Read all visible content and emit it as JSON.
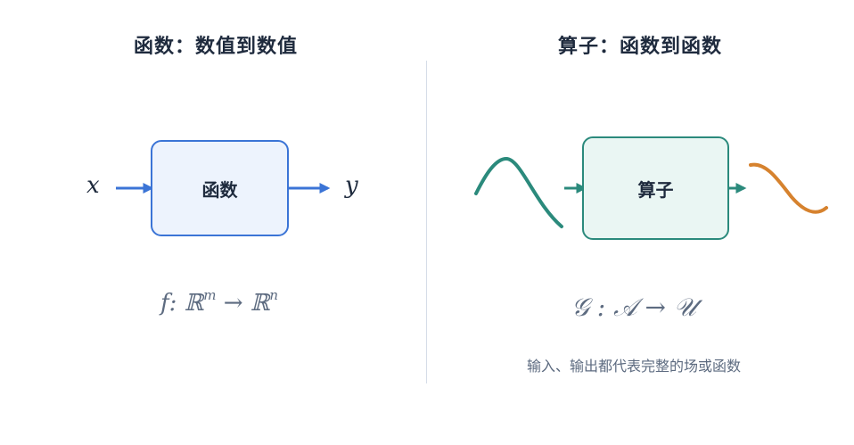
{
  "left_panel": {
    "title": "函数：数值到数值",
    "input_var": "x",
    "box_label": "函数",
    "output_var": "y",
    "formula": {
      "f": "f",
      "colon": ":",
      "domain": "ℝ",
      "domain_exp": "m",
      "arrow": "→",
      "codomain": "ℝ",
      "codomain_exp": "n"
    }
  },
  "right_panel": {
    "title": "算子：函数到函数",
    "box_label": "算子",
    "formula": "𝒢 : 𝒜 → 𝒰",
    "caption": "输入、输出都代表完整的场或函数"
  },
  "colors": {
    "function_border": "#3b74d6",
    "function_fill": "#edf3fd",
    "operator_border": "#2b8a7c",
    "operator_fill": "#eaf6f3",
    "input_wave": "#2b8a7c",
    "output_wave": "#d6822e",
    "text_dark": "#1e2a3d",
    "text_muted": "#5d6b80"
  }
}
